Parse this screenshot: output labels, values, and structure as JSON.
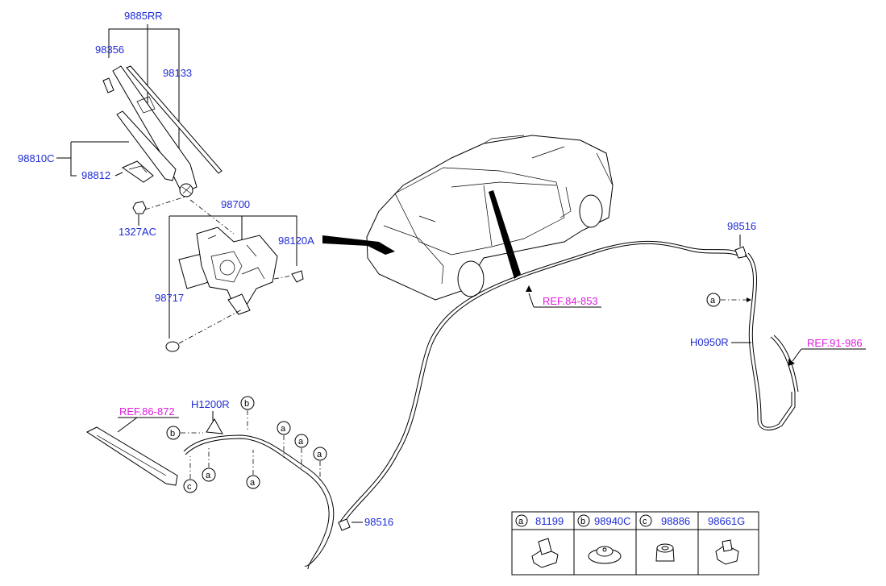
{
  "callouts": {
    "p9885RR": "9885RR",
    "p98356": "98356",
    "p98133": "98133",
    "p98810C": "98810C",
    "p98812": "98812",
    "p1327AC": "1327AC",
    "p98700": "98700",
    "p98120A": "98120A",
    "p98717": "98717",
    "p98516_top": "98516",
    "pH0950R": "H0950R",
    "pH1200R": "H1200R",
    "p98516_bottom": "98516"
  },
  "refs": {
    "ref84": "REF.84-853",
    "ref91": "REF.91-986",
    "ref86": "REF.86-872"
  },
  "letters": {
    "a": "a",
    "b": "b",
    "c": "c"
  },
  "legend": {
    "items": [
      {
        "letter": "a",
        "part": "81199"
      },
      {
        "letter": "b",
        "part": "98940C"
      },
      {
        "letter": "c",
        "part": "98886"
      },
      {
        "letter": "",
        "part": "98661G"
      }
    ]
  }
}
